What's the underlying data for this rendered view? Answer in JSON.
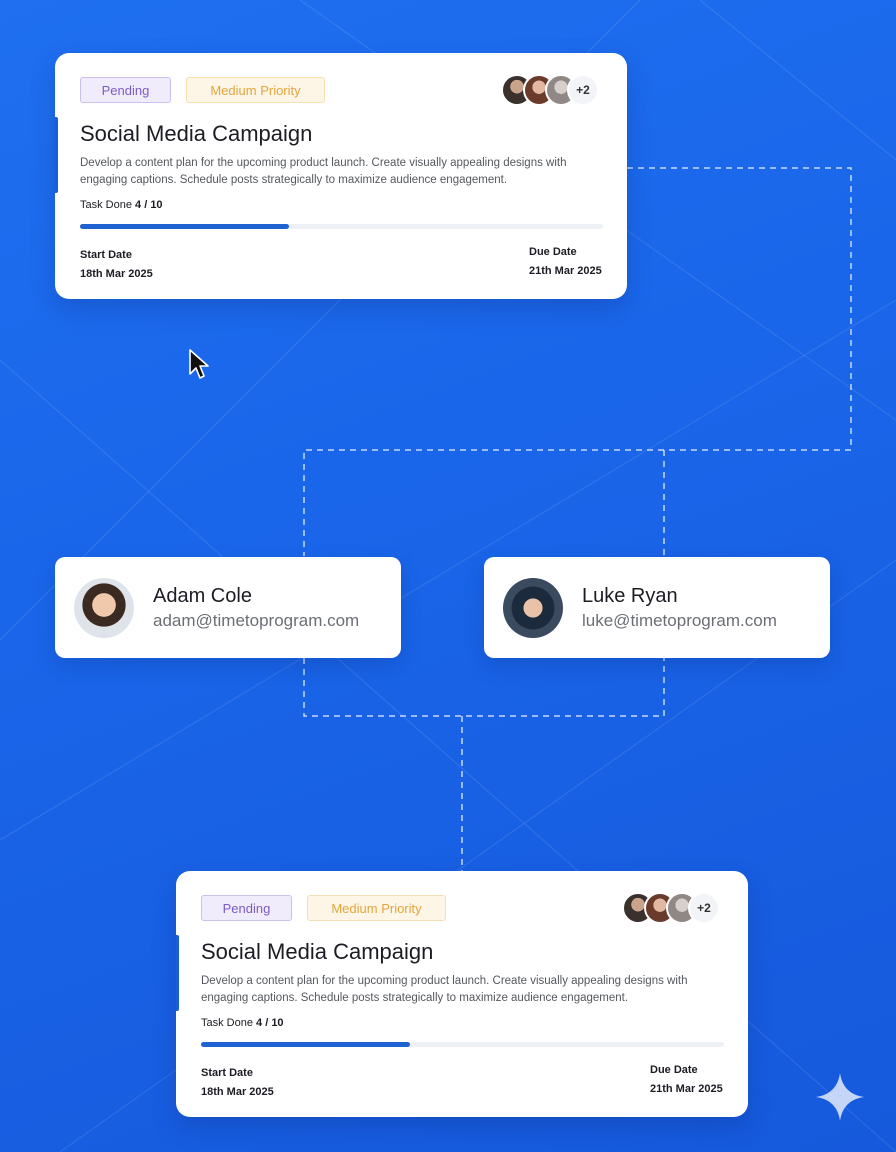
{
  "colors": {
    "background": "#1a66ea",
    "accent": "#1f63d2",
    "pending": "#7b5cc4",
    "priority": "#e3a53c"
  },
  "task_cards": [
    {
      "status": "Pending",
      "priority": "Medium Priority",
      "extra_members": "+2",
      "title": "Social Media Campaign",
      "description": "Develop a content plan for the upcoming product launch. Create visually appealing designs with engaging captions. Schedule posts strategically to maximize audience engagement.",
      "progress_label": "Task Done",
      "progress_value": "4 / 10",
      "progress_fraction": 0.4,
      "start_label": "Start Date",
      "start_date": "18th Mar 2025",
      "due_label": "Due Date",
      "due_date": "21th Mar 2025"
    },
    {
      "status": "Pending",
      "priority": "Medium Priority",
      "extra_members": "+2",
      "title": "Social Media Campaign",
      "description": "Develop a content plan for the upcoming product launch. Create visually appealing designs with engaging captions. Schedule posts strategically to maximize audience engagement.",
      "progress_label": "Task Done",
      "progress_value": "4 / 10",
      "progress_fraction": 0.4,
      "start_label": "Start Date",
      "start_date": "18th Mar 2025",
      "due_label": "Due Date",
      "due_date": "21th Mar 2025"
    }
  ],
  "users": [
    {
      "name": "Adam Cole",
      "email": "adam@timetoprogram.com",
      "avatar_icon": "boy-avatar-icon"
    },
    {
      "name": "Luke Ryan",
      "email": "luke@timetoprogram.com",
      "avatar_icon": "boy-avatar-icon"
    }
  ]
}
